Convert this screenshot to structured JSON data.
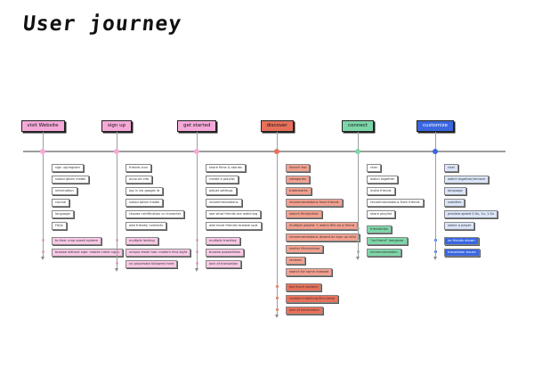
{
  "title": "User journey",
  "stages": [
    {
      "label": "visit Website",
      "color": "#f5a9d8",
      "node_color": "#f5a9d8",
      "card_color": "#ffffff",
      "alt_card_color": "#f9c8e6",
      "items": [
        "sign up/register",
        "subscription model",
        "information",
        "course",
        "language",
        "FAQs"
      ],
      "extra": [
        "to free: crop upsell system",
        "browse without sign: mobile client signs"
      ]
    },
    {
      "label": "sign up",
      "color": "#f5a9d8",
      "node_color": "#f5a9d8",
      "card_color": "#ffffff",
      "alt_card_color": "#f9c8e6",
      "items": [
        "friends icon",
        "account info",
        "log in via google id",
        "subscription model",
        "choose certification or character",
        "add friends/ contacts"
      ],
      "extra": [
        "multiple locking",
        "unique email has: modern first sight",
        "no proximate followers here"
      ]
    },
    {
      "label": "get started",
      "color": "#f5a9d8",
      "node_color": "#f5a9d8",
      "card_color": "#ffffff",
      "alt_card_color": "#f9c8e6",
      "items": [
        "share films & stories",
        "create a playlist",
        "adjust settings",
        "recommendations",
        "see what friends are watching",
        "add more friends/ browse upd."
      ],
      "extra": [
        "multiple tracking",
        "browse possibilities",
        "lack of translation"
      ]
    },
    {
      "label": "discover",
      "color": "#e8705a",
      "node_color": "#e8705a",
      "card_color": "#f4a08f",
      "alt_card_color": "#e8705a",
      "items": [
        "Search bar",
        "categories",
        "trademarks",
        "recommendations from friends",
        "search film/author",
        "multiple playlist + watch film w/ a friend",
        "recommendations (based on sign up info)",
        "similar films/shows",
        "reviews",
        "search for some indexed"
      ],
      "extra": [
        "too much content",
        "random matching film name",
        "lack of information"
      ]
    },
    {
      "label": "connect",
      "color": "#7dd6a8",
      "node_color": "#7dd6a8",
      "card_color": "#ffffff",
      "alt_card_color": "#7dd6a8",
      "items": [
        "chat",
        "watch together",
        "invite friends",
        "recommendations from friends",
        "share playlist"
      ],
      "extra": [
        "friendships",
        "\"no friend\" hangover",
        "recommendation"
      ]
    },
    {
      "label": "customize",
      "color": "#3a66e0",
      "node_color": "#3a66e0",
      "card_color": "#dbe6fb",
      "alt_card_color": "#3a66e0",
      "items": [
        "chat",
        "watch together/remove",
        "language",
        "subtitles",
        "preview speed 0.5x, 1x, 1.5x",
        "select a player"
      ],
      "extra": [
        "no friends shown",
        "translation issues"
      ]
    }
  ]
}
